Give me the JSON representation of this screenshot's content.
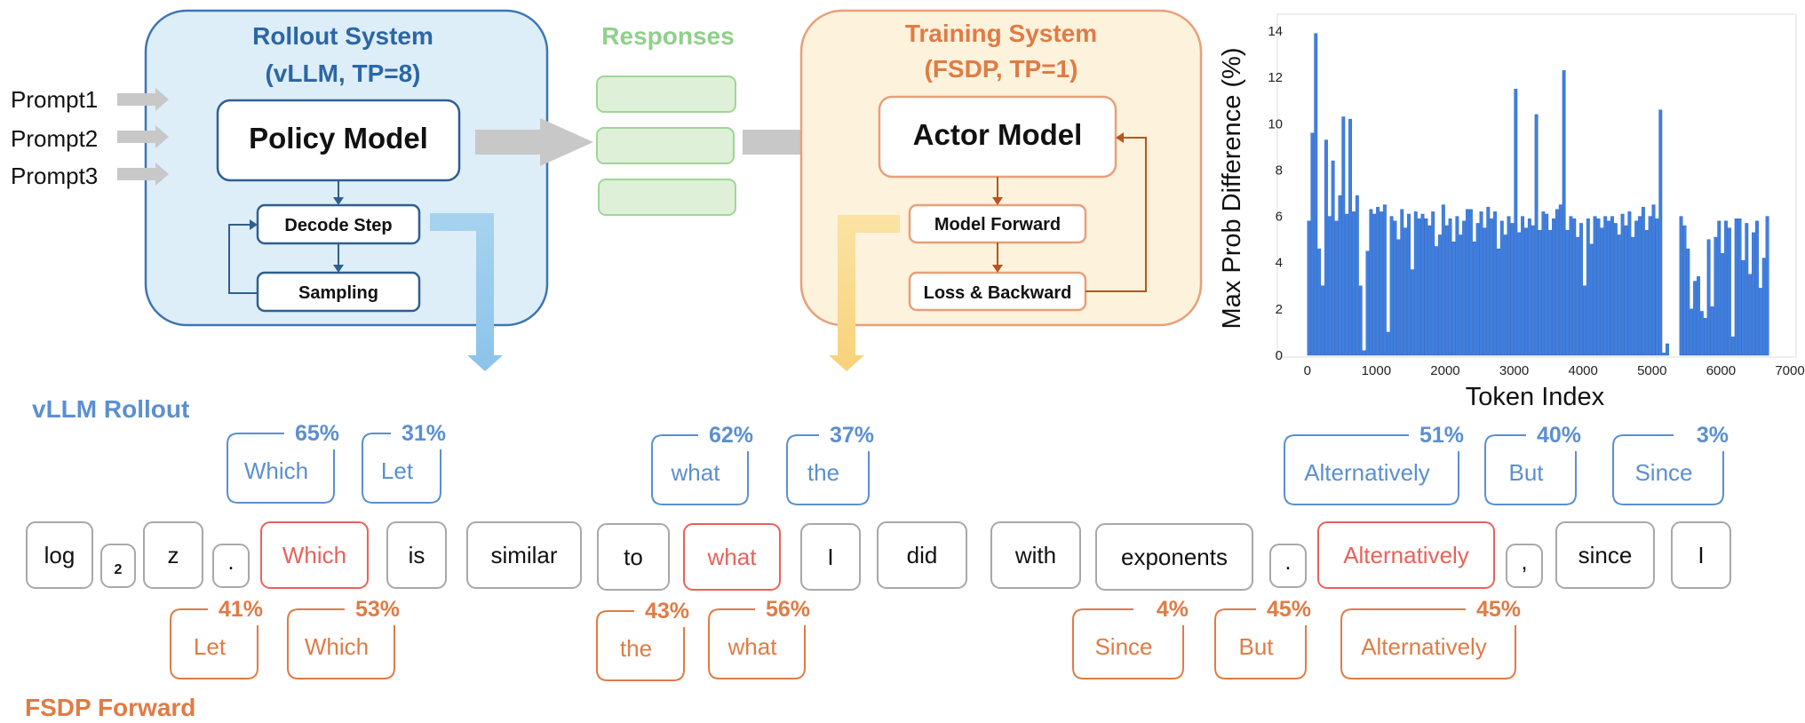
{
  "rollout": {
    "title_line1": "Rollout System",
    "title_line2": "(vLLM, TP=8)",
    "policy_model": "Policy Model",
    "decode_step": "Decode Step",
    "sampling": "Sampling"
  },
  "prompts": [
    "Prompt1",
    "Prompt2",
    "Prompt3"
  ],
  "responses_label": "Responses",
  "training": {
    "title_line1": "Training System",
    "title_line2": "(FSDP, TP=1)",
    "actor_model": "Actor Model",
    "model_forward": "Model Forward",
    "loss_backward": "Loss & Backward"
  },
  "colors": {
    "blue": "#4a86c8",
    "blue_label": "#5b8fd0",
    "orange": "#e07b45",
    "red_token": "#e8625a",
    "green": "#8fd08a",
    "rollout_fill": "#ddeef9",
    "training_fill": "#fdf2dc",
    "bar": "#3f7fe0"
  },
  "vllm_label": "vLLM Rollout",
  "fsdp_label": "FSDP Forward",
  "sequence": [
    {
      "text": "log"
    },
    {
      "text": "2"
    },
    {
      "text": "z"
    },
    {
      "text": "."
    },
    {
      "text": "Which",
      "highlight": true
    },
    {
      "text": "is"
    },
    {
      "text": "similar"
    },
    {
      "text": "to"
    },
    {
      "text": "what",
      "highlight": true
    },
    {
      "text": "I"
    },
    {
      "text": "did"
    },
    {
      "text": "with"
    },
    {
      "text": "exponents"
    },
    {
      "text": "."
    },
    {
      "text": "Alternatively",
      "highlight": true
    },
    {
      "text": ","
    },
    {
      "text": "since"
    },
    {
      "text": "I"
    }
  ],
  "vllm_candidates": [
    {
      "token": "Which",
      "prob": "65%"
    },
    {
      "token": "Let",
      "prob": "31%"
    },
    {
      "token": "what",
      "prob": "62%"
    },
    {
      "token": "the",
      "prob": "37%"
    },
    {
      "token": "Alternatively",
      "prob": "51%"
    },
    {
      "token": "But",
      "prob": "40%"
    },
    {
      "token": "Since",
      "prob": "3%"
    }
  ],
  "fsdp_candidates": [
    {
      "token": "Let",
      "prob": "41%"
    },
    {
      "token": "Which",
      "prob": "53%"
    },
    {
      "token": "the",
      "prob": "43%"
    },
    {
      "token": "what",
      "prob": "56%"
    },
    {
      "token": "Since",
      "prob": "4%"
    },
    {
      "token": "But",
      "prob": "45%"
    },
    {
      "token": "Alternatively",
      "prob": "45%"
    }
  ],
  "chart_data": {
    "type": "bar",
    "xlabel": "Token Index",
    "ylabel": "Max Prob Difference (%)",
    "xlim": [
      -100,
      7000
    ],
    "ylim": [
      0,
      14.5
    ],
    "xticks": [
      0,
      1000,
      2000,
      3000,
      4000,
      5000,
      6000,
      7000
    ],
    "yticks": [
      0,
      2,
      4,
      6,
      8,
      10,
      12,
      14
    ],
    "bar_width": 50,
    "grid": false,
    "x": [
      0,
      50,
      100,
      150,
      200,
      250,
      300,
      350,
      400,
      450,
      500,
      550,
      600,
      650,
      700,
      750,
      800,
      850,
      900,
      950,
      1000,
      1050,
      1100,
      1150,
      1200,
      1250,
      1300,
      1350,
      1400,
      1450,
      1500,
      1550,
      1600,
      1650,
      1700,
      1750,
      1800,
      1850,
      1900,
      1950,
      2000,
      2050,
      2100,
      2150,
      2200,
      2250,
      2300,
      2350,
      2400,
      2450,
      2500,
      2550,
      2600,
      2650,
      2700,
      2750,
      2800,
      2850,
      2900,
      2950,
      3000,
      3050,
      3100,
      3150,
      3200,
      3250,
      3300,
      3350,
      3400,
      3450,
      3500,
      3550,
      3600,
      3650,
      3700,
      3750,
      3800,
      3850,
      3900,
      3950,
      4000,
      4050,
      4100,
      4150,
      4200,
      4250,
      4300,
      4350,
      4400,
      4450,
      4500,
      4550,
      4600,
      4650,
      4700,
      4750,
      4800,
      4850,
      4900,
      4950,
      5000,
      5050,
      5100,
      5150,
      5200,
      5250,
      5300,
      5350,
      5400,
      5450,
      5500,
      5550,
      5600,
      5650,
      5700,
      5750,
      5800,
      5850,
      5900,
      5950,
      6000,
      6050,
      6100,
      6150,
      6200,
      6250,
      6300,
      6350,
      6400,
      6450,
      6500,
      6550,
      6600,
      6650
    ],
    "values": [
      5.8,
      9.6,
      13.9,
      4.6,
      3.0,
      9.3,
      6.0,
      8.4,
      5.8,
      6.9,
      10.3,
      6.1,
      10.2,
      6.2,
      6.9,
      3.0,
      0.2,
      4.5,
      6.3,
      6.1,
      6.4,
      6.2,
      6.5,
      1.0,
      6.0,
      5.8,
      5.0,
      6.3,
      5.5,
      6.1,
      3.7,
      6.2,
      5.9,
      6.1,
      5.9,
      5.6,
      6.2,
      4.7,
      5.2,
      6.5,
      5.6,
      5.9,
      4.9,
      6.0,
      5.2,
      5.8,
      6.3,
      6.3,
      4.9,
      5.7,
      6.2,
      5.5,
      6.4,
      5.9,
      6.2,
      4.6,
      5.8,
      5.2,
      6.0,
      5.7,
      11.5,
      5.3,
      6.0,
      5.5,
      5.9,
      5.6,
      10.4,
      5.4,
      6.2,
      6.1,
      5.4,
      5.9,
      6.3,
      6.5,
      12.3,
      5.4,
      6.0,
      5.9,
      5.1,
      5.7,
      3.0,
      5.9,
      4.8,
      6.0,
      5.9,
      5.5,
      6.0,
      5.8,
      6.0,
      5.7,
      5.2,
      6.1,
      5.6,
      6.2,
      5.1,
      5.8,
      6.0,
      6.4,
      5.4,
      6.0,
      6.5,
      5.9,
      10.6,
      0.1,
      0.5,
      0.0,
      0.0,
      0.0,
      6.0,
      5.6,
      4.6,
      2.0,
      3.2,
      3.4,
      1.9,
      1.6,
      5.0,
      2.1,
      5.1,
      5.8,
      4.4,
      5.8,
      5.5,
      0.8,
      5.9,
      5.9,
      4.1,
      5.7,
      3.5,
      5.3,
      5.8,
      2.9,
      4.2,
      6.0
    ]
  }
}
